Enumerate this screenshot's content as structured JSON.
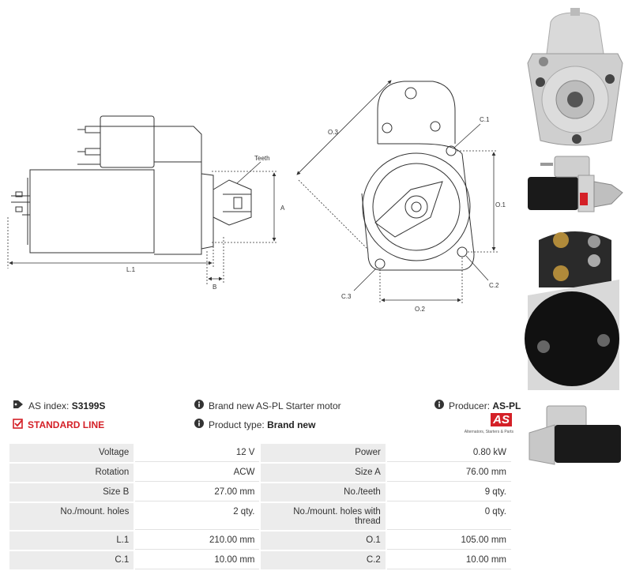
{
  "dimensions": {
    "teeth": "Teeth",
    "a": "A",
    "b": "B",
    "l1": "L.1",
    "o3": "O.3",
    "o1": "O.1",
    "o2": "O.2",
    "c1": "C.1",
    "c2": "C.2",
    "c3": "C.3"
  },
  "info": {
    "as_index_label": "AS index:",
    "as_index_value": "S3199S",
    "standard_line": "STANDARD LINE",
    "description": "Brand new AS-PL Starter motor",
    "product_type_label": "Product type:",
    "product_type_value": "Brand new",
    "producer_label": "Producer:",
    "producer_value": "AS-PL"
  },
  "logo": {
    "mark": "AS",
    "tagline": "Alternators, Starters & Parts"
  },
  "specs": [
    {
      "l1": "Voltage",
      "v1": "12 V",
      "l2": "Power",
      "v2": "0.80 kW"
    },
    {
      "l1": "Rotation",
      "v1": "ACW",
      "l2": "Size A",
      "v2": "76.00 mm"
    },
    {
      "l1": "Size B",
      "v1": "27.00 mm",
      "l2": "No./teeth",
      "v2": "9 qty."
    },
    {
      "l1": "No./mount. holes",
      "v1": "2 qty.",
      "l2": "No./mount. holes with thread",
      "v2": "0 qty."
    },
    {
      "l1": "L.1",
      "v1": "210.00 mm",
      "l2": "O.1",
      "v2": "105.00 mm"
    },
    {
      "l1": "C.1",
      "v1": "10.00 mm",
      "l2": "C.2",
      "v2": "10.00 mm"
    }
  ],
  "colors": {
    "accent": "#d42027",
    "cell": "#ececec",
    "line": "#333333"
  }
}
